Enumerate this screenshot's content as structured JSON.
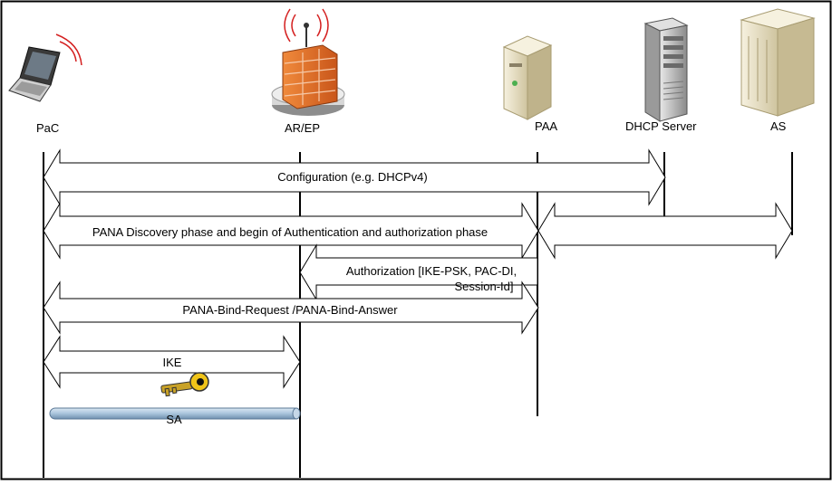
{
  "entities": [
    {
      "id": "pac",
      "label": "PaC",
      "icon": "laptop-icon"
    },
    {
      "id": "arep",
      "label": "AR/EP",
      "icon": "firewall-router-icon"
    },
    {
      "id": "paa",
      "label": "PAA",
      "icon": "server-icon"
    },
    {
      "id": "dhcp",
      "label": "DHCP Server",
      "icon": "tower-server-icon"
    },
    {
      "id": "as",
      "label": "AS",
      "icon": "large-server-icon"
    }
  ],
  "messages": {
    "configuration": "Configuration (e.g. DHCPv4)",
    "discovery": "PANA Discovery phase and begin of  Authentication and authorization phase",
    "authorization_line1": "Authorization [IKE-PSK, PAC-DI,",
    "authorization_line2": "Session-Id]",
    "bind": "PANA-Bind-Request /PANA-Bind-Answer",
    "ike": "IKE",
    "sa": "SA"
  },
  "icons": {
    "key": "key-icon"
  },
  "colors": {
    "firewall": "#e8732a",
    "signal": "#d42020",
    "sa_tube": "#a9c4dc",
    "server_body": "#e9e1c4"
  }
}
